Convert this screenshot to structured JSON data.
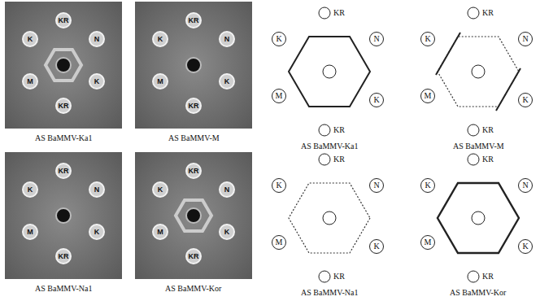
{
  "diagram": {
    "nodes": [
      {
        "text": [
          "KR"
        ]
      },
      {
        "text": [
          "K"
        ]
      },
      {
        "text": [
          "N"
        ]
      },
      {
        "text": [
          "M"
        ]
      },
      {
        "text": [
          "K"
        ]
      },
      {
        "text": [
          "KR"
        ]
      },
      {
        "text": [
          "KR"
        ]
      },
      {
        "text": [
          "K"
        ]
      },
      {
        "text": [
          "N"
        ]
      },
      {
        "text": [
          "M"
        ]
      },
      {
        "text": [
          "K"
        ]
      },
      {
        "text": [
          "KR"
        ]
      },
      {
        "text": [
          "KR"
        ]
      },
      {
        "text": [
          "K"
        ]
      },
      {
        "text": [
          "N"
        ]
      },
      {
        "text": [
          "M"
        ]
      },
      {
        "text": [
          "K"
        ]
      },
      {
        "text": [
          "KR"
        ]
      },
      {
        "text": [
          "KR"
        ]
      },
      {
        "text": [
          "K"
        ]
      },
      {
        "text": [
          "N"
        ]
      },
      {
        "text": [
          "M"
        ]
      },
      {
        "text": [
          "K"
        ]
      },
      {
        "text": [
          "KR"
        ]
      },
      {
        "text": [
          "KR"
        ]
      },
      {
        "text": [
          "K"
        ]
      },
      {
        "text": [
          "N"
        ]
      },
      {
        "text": [
          "M"
        ]
      },
      {
        "text": [
          "K"
        ]
      },
      {
        "text": [
          "KR"
        ]
      },
      {
        "text": [
          "KR"
        ]
      },
      {
        "text": [
          "K"
        ]
      },
      {
        "text": [
          "N"
        ]
      },
      {
        "text": [
          "M"
        ]
      },
      {
        "text": [
          "K"
        ]
      },
      {
        "text": [
          "KR"
        ]
      },
      {
        "text": [
          "KR"
        ]
      },
      {
        "text": [
          "K"
        ]
      },
      {
        "text": [
          "N"
        ]
      },
      {
        "text": [
          "M"
        ]
      },
      {
        "text": [
          "K"
        ]
      },
      {
        "text": [
          "KR"
        ]
      },
      {
        "text": [
          "KR"
        ]
      },
      {
        "text": [
          "K"
        ]
      },
      {
        "text": [
          "N"
        ]
      },
      {
        "text": [
          "M"
        ]
      },
      {
        "text": [
          "K"
        ]
      },
      {
        "text": [
          "KR"
        ]
      }
    ],
    "labels": [
      "AS BaMMV-Ka1",
      "AS BaMMV-M",
      "AS BaMMV-Ka1",
      "AS BaMMV-M",
      "AS BaMMV-Na1",
      "AS BaMMV-Kor",
      "AS BaMMV-Na1",
      "AS BaMMV-Kor"
    ]
  }
}
